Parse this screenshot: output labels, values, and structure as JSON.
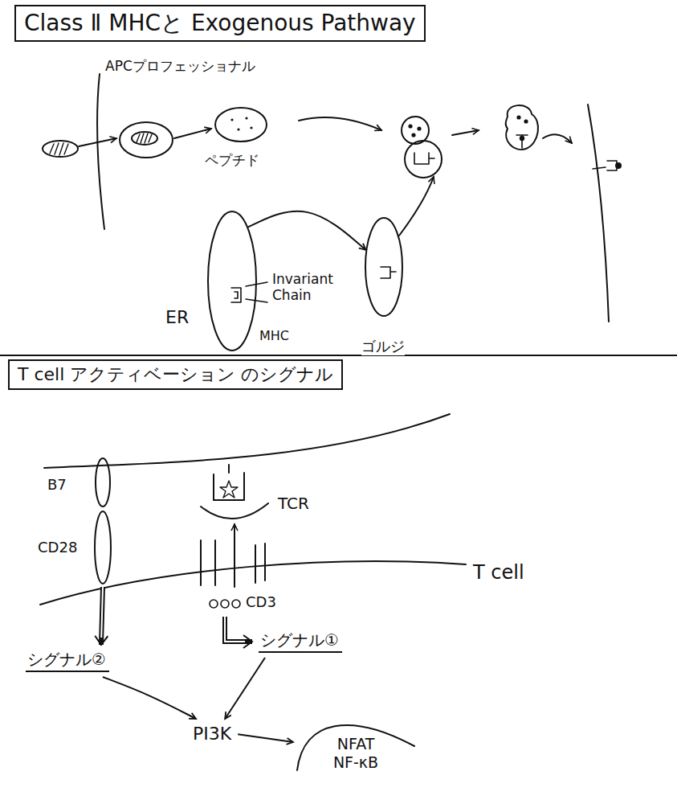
{
  "diagram": {
    "title": "Class Ⅱ MHCと Exogenous Pathway",
    "nodes": [
      {
        "text": [
          "ペプチド"
        ]
      },
      {
        "text": [
          "ER"
        ]
      },
      {
        "text": [
          "ゴルジ"
        ]
      },
      {
        "text": [
          "CD28"
        ]
      },
      {
        "text": [
          "CD3"
        ]
      },
      {
        "text": [
          "シグナル①"
        ]
      },
      {
        "text": [
          "シグナル②"
        ]
      },
      {
        "text": [
          "PI3K"
        ]
      },
      {
        "text": [
          "NFAT NF-κB"
        ]
      }
    ],
    "edges": [
      {
        "from": 1,
        "to": 2,
        "arrow": "to"
      },
      {
        "from": 3,
        "to": 6,
        "arrow": "to"
      },
      {
        "from": 4,
        "to": 5,
        "arrow": "to"
      },
      {
        "from": 6,
        "to": 7,
        "arrow": "to"
      },
      {
        "from": 5,
        "to": 7,
        "arrow": "to"
      },
      {
        "from": 7,
        "to": 8,
        "arrow": "to"
      }
    ],
    "labels": [
      "APCプロフェッショナル",
      "Invariant Chain",
      "MHC",
      "T cell アクティベーション のシグナル",
      "B7",
      "TCR",
      "T cell"
    ]
  }
}
